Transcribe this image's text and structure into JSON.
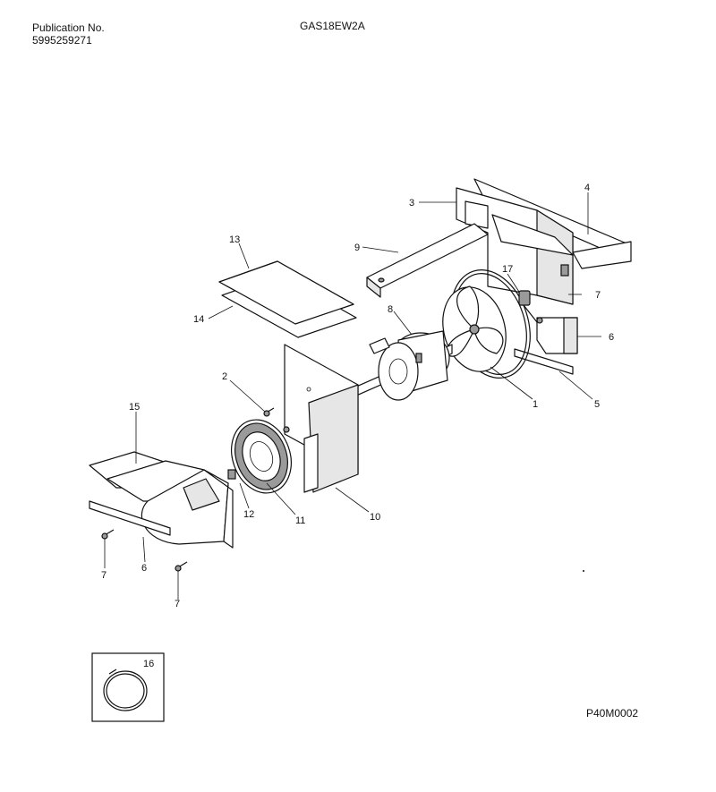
{
  "header": {
    "publication_label": "Publication No.",
    "publication_number": "5995259271",
    "model": "GAS18EW2A"
  },
  "diagram_code": "P40M0002",
  "callouts": {
    "c1": "1",
    "c2": "2",
    "c3": "3",
    "c4": "4",
    "c5": "5",
    "c6_right": "6",
    "c6_left": "6",
    "c7_right": "7",
    "c7_left_a": "7",
    "c7_left_b": "7",
    "c8": "8",
    "c9": "9",
    "c10": "10",
    "c11": "11",
    "c12": "12",
    "c13": "13",
    "c14": "14",
    "c15": "15",
    "c16": "16",
    "c17": "17"
  }
}
